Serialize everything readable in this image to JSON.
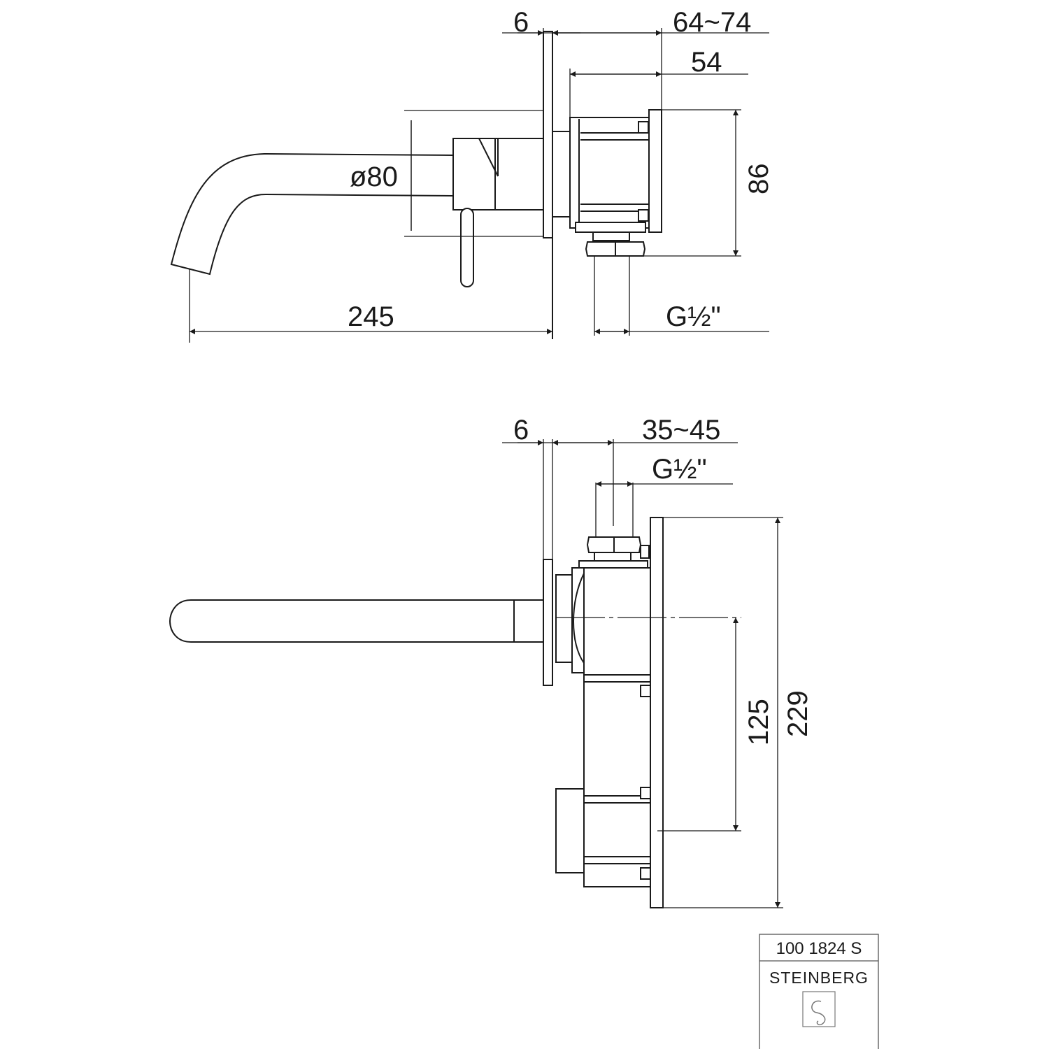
{
  "top_view": {
    "dim_plate": "6",
    "dim_depth_range": "64~74",
    "dim_body_depth": "54",
    "dim_height": "86",
    "dim_diameter": "ø80",
    "dim_projection": "245",
    "dim_thread": "G½\""
  },
  "side_view": {
    "dim_plate": "6",
    "dim_depth_range": "35~45",
    "dim_thread": "G½\"",
    "dim_center": "125",
    "dim_total": "229"
  },
  "title_block": {
    "article_number": "100 1824 S",
    "brand": "STEINBERG",
    "logo_icon": "steinberg-logo-icon"
  },
  "colors": {
    "line": "#1a1a1a",
    "background": "#ffffff"
  }
}
